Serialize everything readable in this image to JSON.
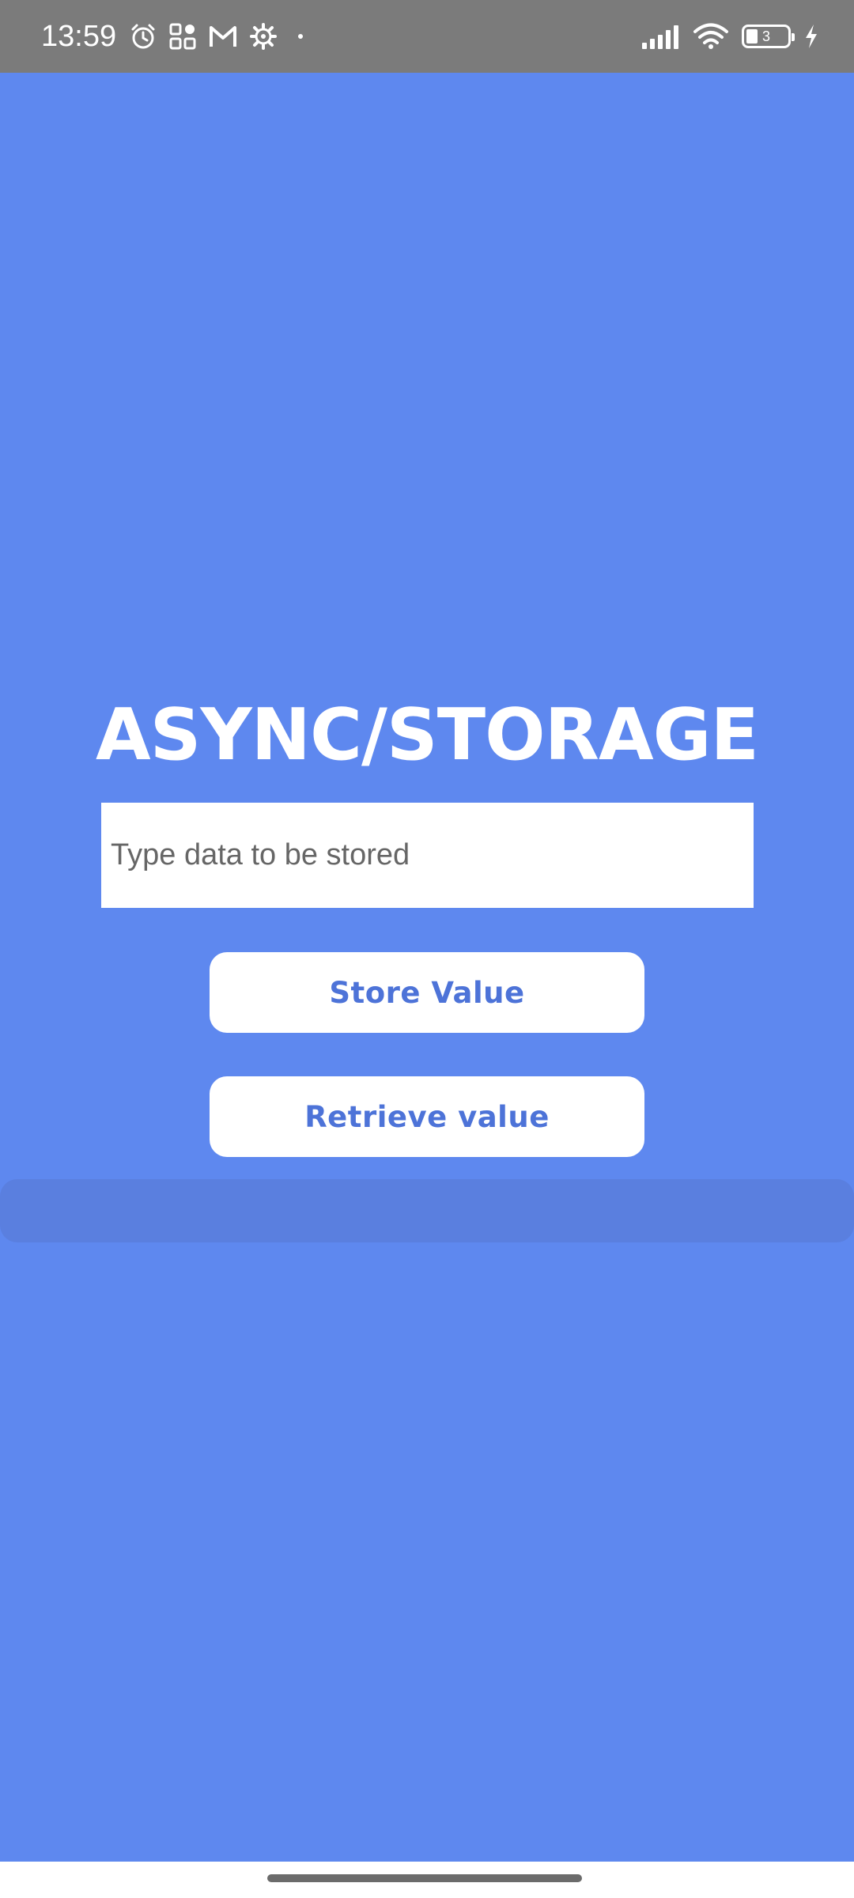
{
  "status_bar": {
    "time": "13:59",
    "battery_level": "3",
    "icons": [
      "alarm-icon",
      "apps-grid-icon",
      "gmail-icon",
      "settings-gear-icon",
      "dot-icon",
      "signal-icon",
      "wifi-icon",
      "battery-icon",
      "charging-icon"
    ]
  },
  "main": {
    "title": "ASYNC/STORAGE",
    "input": {
      "placeholder": "Type data to be stored",
      "value": ""
    },
    "store_button_label": "Store Value",
    "retrieve_button_label": "Retrieve value",
    "result_text": ""
  },
  "colors": {
    "background": "#5e88ef",
    "status_bar": "#7b7b7b",
    "button_text": "#4d73d8",
    "result_strip": "#5a7fdf"
  }
}
